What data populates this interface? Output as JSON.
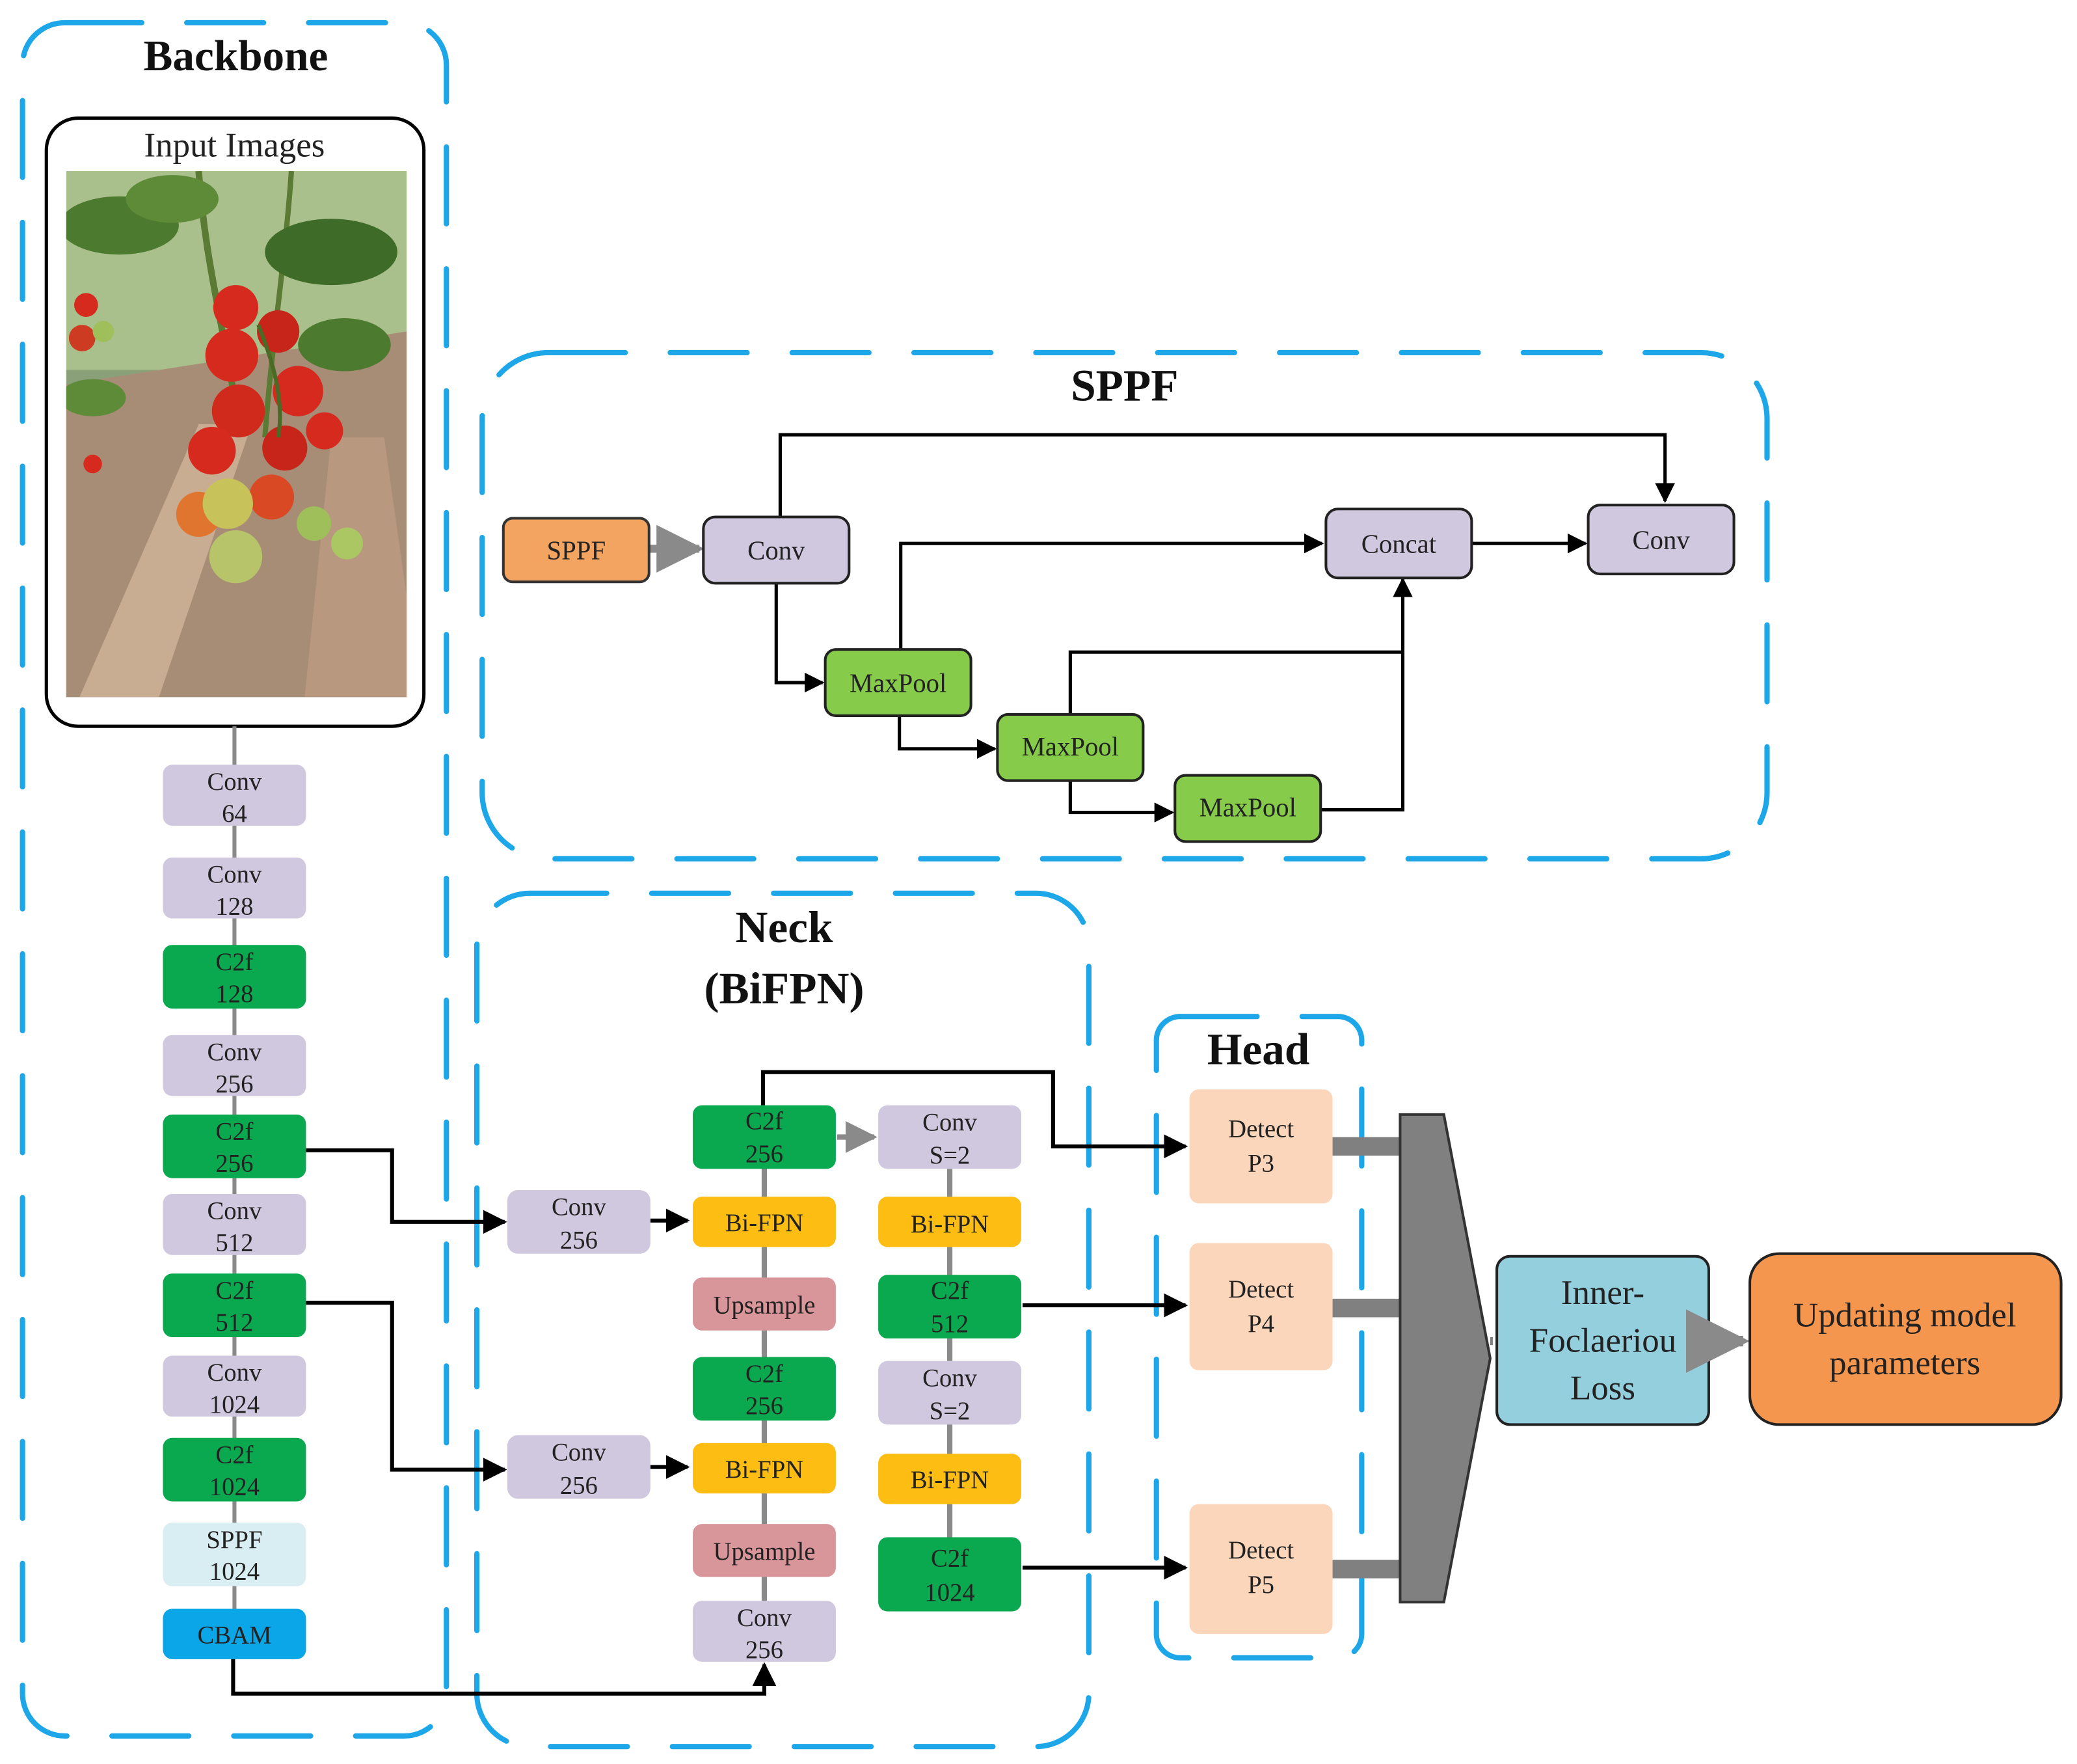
{
  "sections": {
    "backbone": "Backbone",
    "sppf": "SPPF",
    "neck_line1": "Neck",
    "neck_line2": "(BiFPN)",
    "head": "Head"
  },
  "input_images_label": "Input Images",
  "colors": {
    "dash": "#1ea7e8",
    "conv": "#cfc8de",
    "c2f": "#0aa84f",
    "sppf_light": "#d9eef2",
    "cbam": "#0aa6e8",
    "bifpn": "#fdbd12",
    "upsample": "#d9969a",
    "sppf_orange": "#f3a460",
    "maxpool": "#86cc4a",
    "detect": "#fbd6bb",
    "loss": "#93cfdd",
    "update": "#f5964f",
    "funnel": "#808080",
    "tomato_red": "#d62a1e",
    "leaf_green": "#4c7a2e"
  },
  "backbone_blocks": [
    {
      "line1": "Conv",
      "line2": "64",
      "kind": "conv"
    },
    {
      "line1": "Conv",
      "line2": "128",
      "kind": "conv"
    },
    {
      "line1": "C2f",
      "line2": "128",
      "kind": "c2f"
    },
    {
      "line1": "Conv",
      "line2": "256",
      "kind": "conv"
    },
    {
      "line1": "C2f",
      "line2": "256",
      "kind": "c2f"
    },
    {
      "line1": "Conv",
      "line2": "512",
      "kind": "conv"
    },
    {
      "line1": "C2f",
      "line2": "512",
      "kind": "c2f"
    },
    {
      "line1": "Conv",
      "line2": "1024",
      "kind": "conv"
    },
    {
      "line1": "C2f",
      "line2": "1024",
      "kind": "c2f"
    },
    {
      "line1": "SPPF",
      "line2": "1024",
      "kind": "sppf_light"
    },
    {
      "line1": "CBAM",
      "line2": "",
      "kind": "cbam"
    }
  ],
  "sppf_detail": {
    "sppf": "SPPF",
    "conv_in": "Conv",
    "maxpool1": "MaxPool",
    "maxpool2": "MaxPool",
    "maxpool3": "MaxPool",
    "concat": "Concat",
    "conv_out": "Conv"
  },
  "neck_blocks": {
    "conv_a": {
      "line1": "Conv",
      "line2": "256"
    },
    "conv_b": {
      "line1": "Conv",
      "line2": "256"
    },
    "c2f_top": {
      "line1": "C2f",
      "line2": "256"
    },
    "bifpn_1": "Bi-FPN",
    "upsample_1": "Upsample",
    "c2f_mid": {
      "line1": "C2f",
      "line2": "256"
    },
    "bifpn_2": "Bi-FPN",
    "upsample_2": "Upsample",
    "conv_bottom": {
      "line1": "Conv",
      "line2": "256"
    },
    "conv_s1": {
      "line1": "Conv",
      "line2": "S=2"
    },
    "bifpn_3": "Bi-FPN",
    "c2f_512": {
      "line1": "C2f",
      "line2": "512"
    },
    "conv_s2": {
      "line1": "Conv",
      "line2": "S=2"
    },
    "bifpn_4": "Bi-FPN",
    "c2f_1024": {
      "line1": "C2f",
      "line2": "1024"
    }
  },
  "head_blocks": [
    {
      "line1": "Detect",
      "line2": "P3"
    },
    {
      "line1": "Detect",
      "line2": "P4"
    },
    {
      "line1": "Detect",
      "line2": "P5"
    }
  ],
  "loss": {
    "line1": "Inner-",
    "line2": "Foclaeriou",
    "line3": "Loss"
  },
  "update": {
    "line1": "Updating model",
    "line2": "parameters"
  }
}
